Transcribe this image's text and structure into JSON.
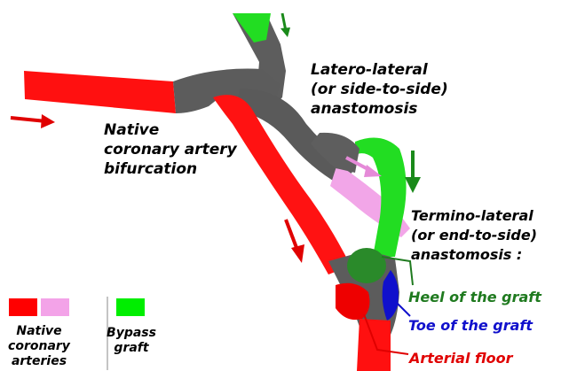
{
  "colors": {
    "native_artery": "#ff0000",
    "native_artery_light": "#f3a3e8",
    "bypass_graft": "#00dd00",
    "vessel_gray": "#5a5a5a",
    "heel": "#1f7a1f",
    "toe": "#1010cc",
    "floor": "#e00000",
    "arrow_red": "#e00000",
    "arrow_green": "#1a8a1a",
    "arrow_pink": "#e58ad8",
    "text_black": "#000000"
  },
  "labels": {
    "latero_lateral": [
      "Latero-lateral",
      "(or side-to-side)",
      "anastomosis"
    ],
    "native_bifurcation": [
      "Native",
      "coronary artery",
      "bifurcation"
    ],
    "termino_lateral": [
      "Termino-lateral",
      "(or end-to-side)",
      "anastomosis :"
    ],
    "heel": "Heel of the graft",
    "toe": "Toe of the graft",
    "floor": "Arterial floor"
  },
  "legend": {
    "native": [
      "Native",
      "coronary",
      "arteries"
    ],
    "bypass": [
      "Bypass",
      "graft"
    ]
  },
  "icons": [
    "flow-arrow-icon"
  ]
}
